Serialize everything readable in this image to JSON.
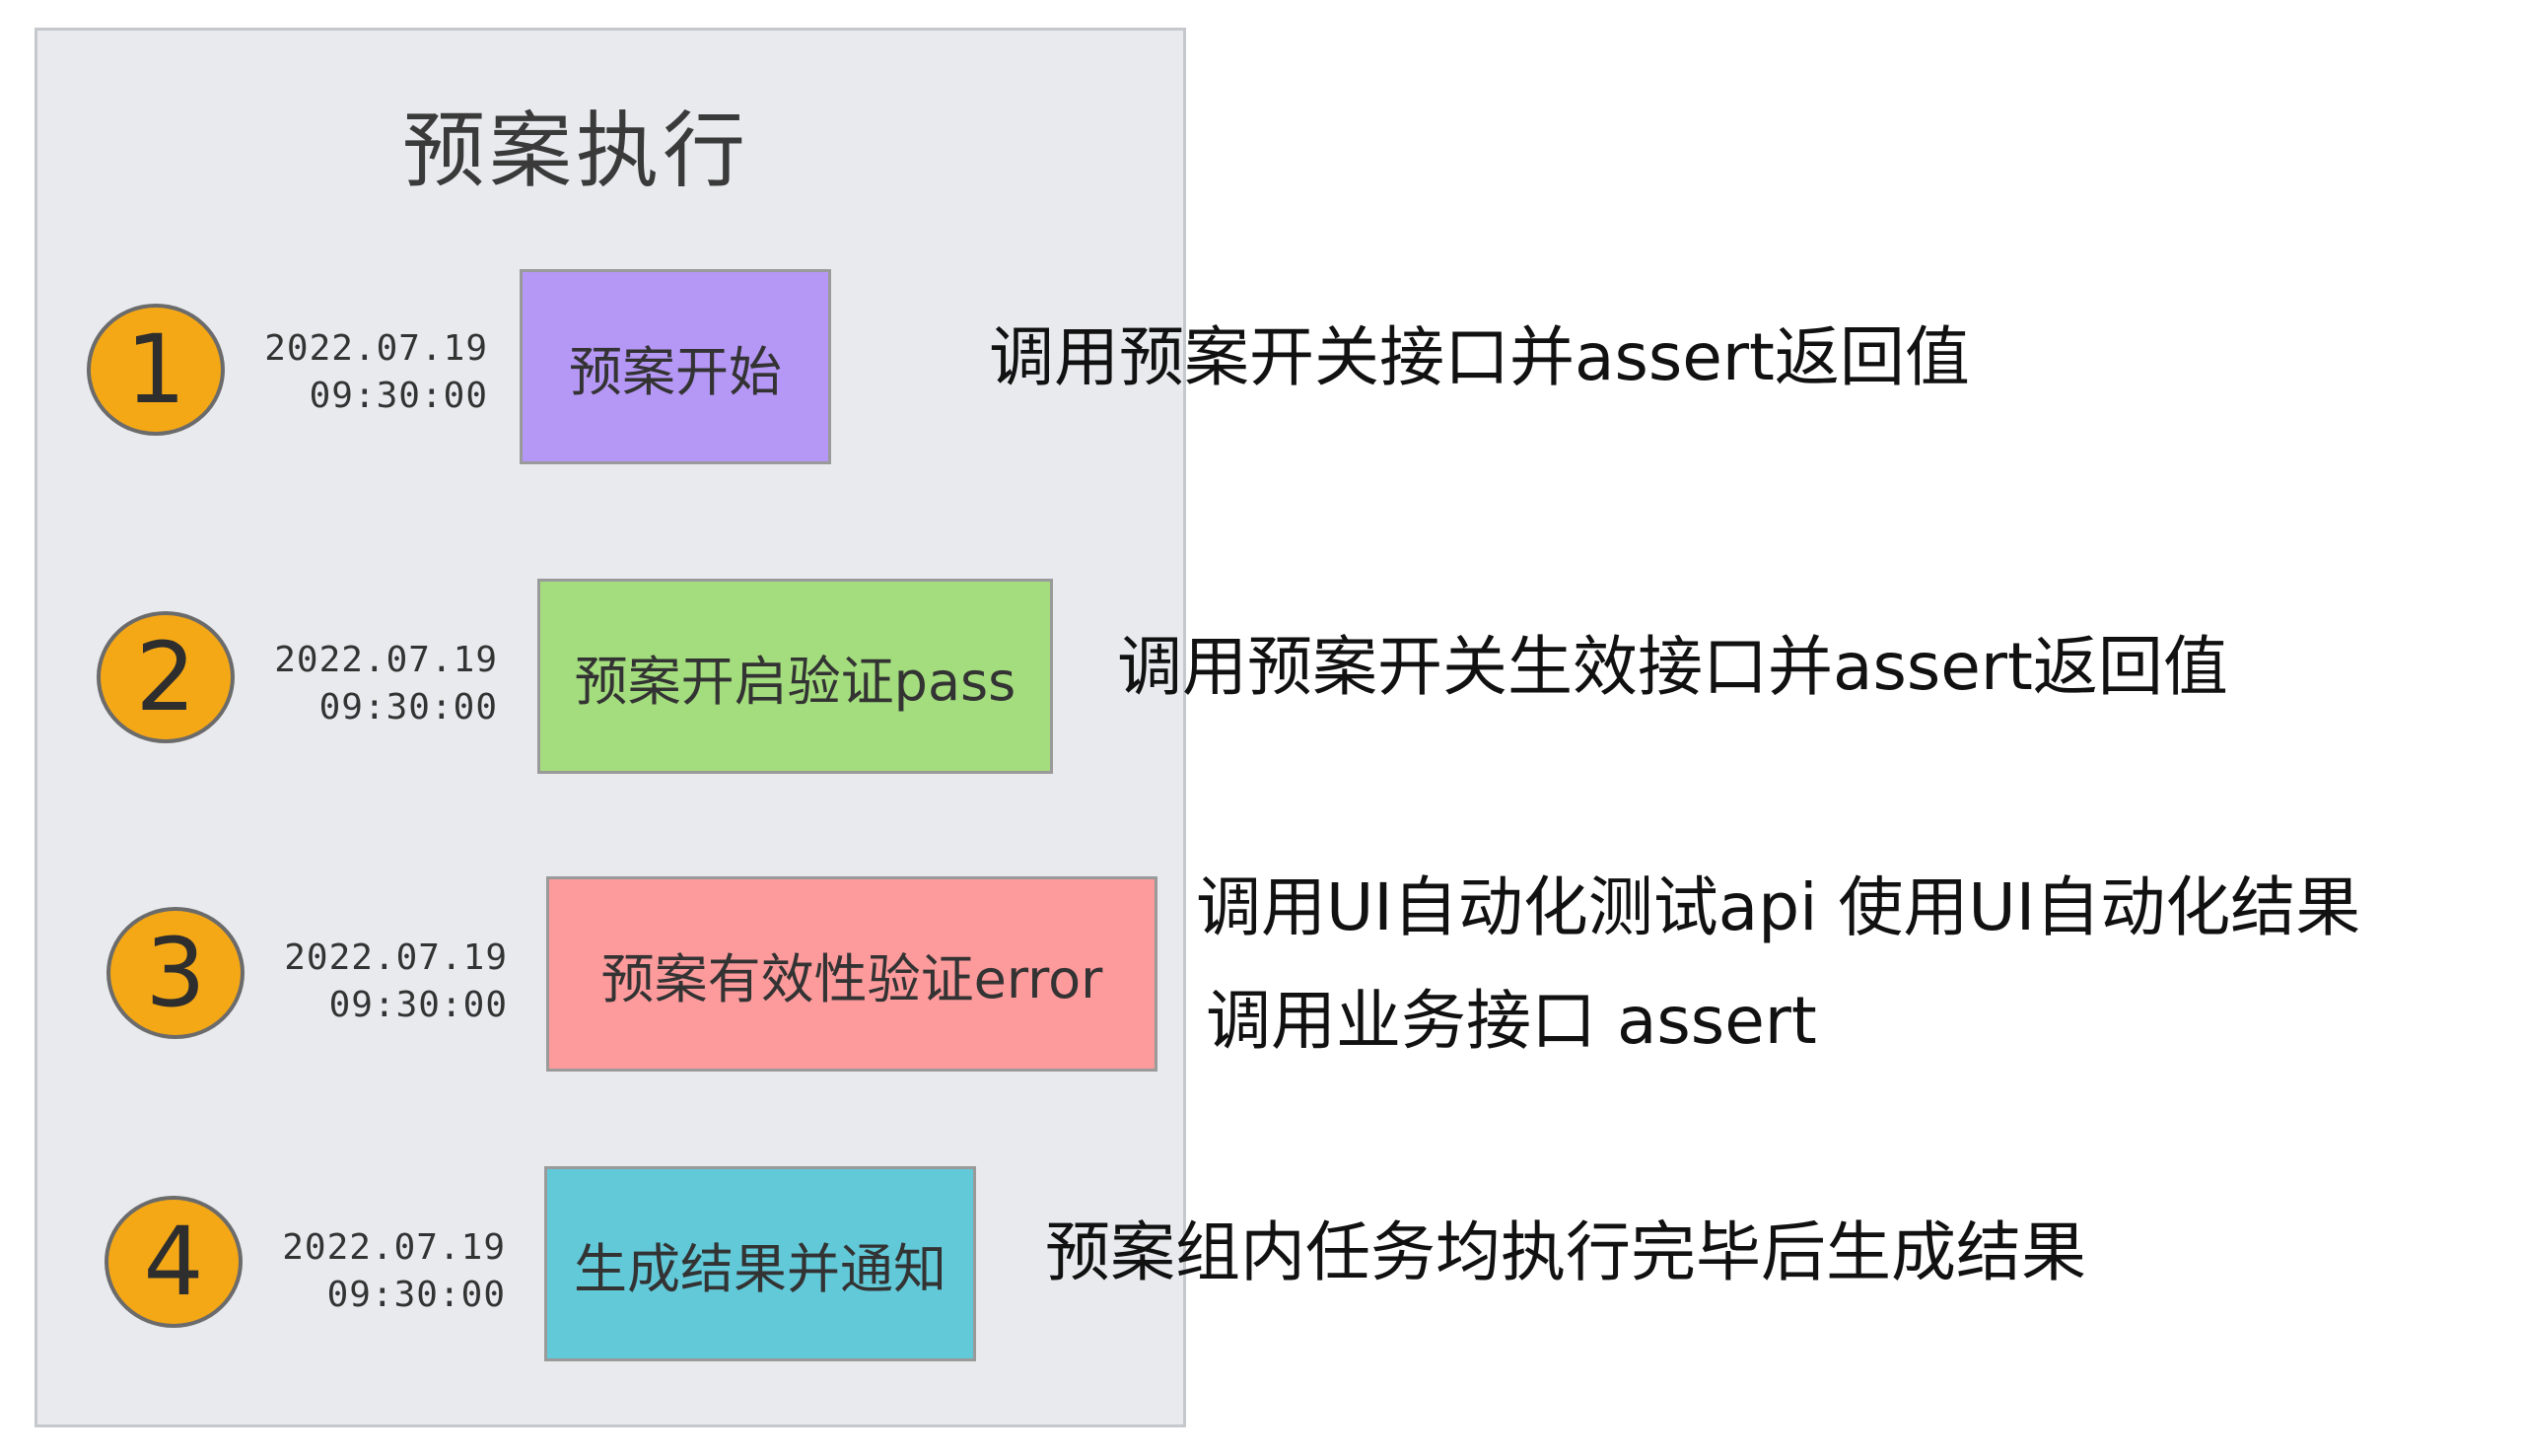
{
  "title": "预案执行",
  "colors": {
    "panel_bg": "#e8eaee",
    "circle": "#f5a816",
    "step1": "#b597f5",
    "step2": "#a4dd7e",
    "step3": "#fd9a9c",
    "step4": "#62c9d9"
  },
  "steps": [
    {
      "number": "1",
      "date": "2022.07.19",
      "time": "09:30:00",
      "label": "预案开始",
      "notes": [
        "调用预案开关接口并assert返回值"
      ]
    },
    {
      "number": "2",
      "date": "2022.07.19",
      "time": "09:30:00",
      "label": "预案开启验证pass",
      "notes": [
        "调用预案开关生效接口并assert返回值"
      ]
    },
    {
      "number": "3",
      "date": "2022.07.19",
      "time": "09:30:00",
      "label": "预案有效性验证error",
      "notes": [
        "调用UI自动化测试api 使用UI自动化结果",
        "调用业务接口  assert"
      ]
    },
    {
      "number": "4",
      "date": "2022.07.19",
      "time": "09:30:00",
      "label": "生成结果并通知",
      "notes": [
        "预案组内任务均执行完毕后生成结果"
      ]
    }
  ]
}
